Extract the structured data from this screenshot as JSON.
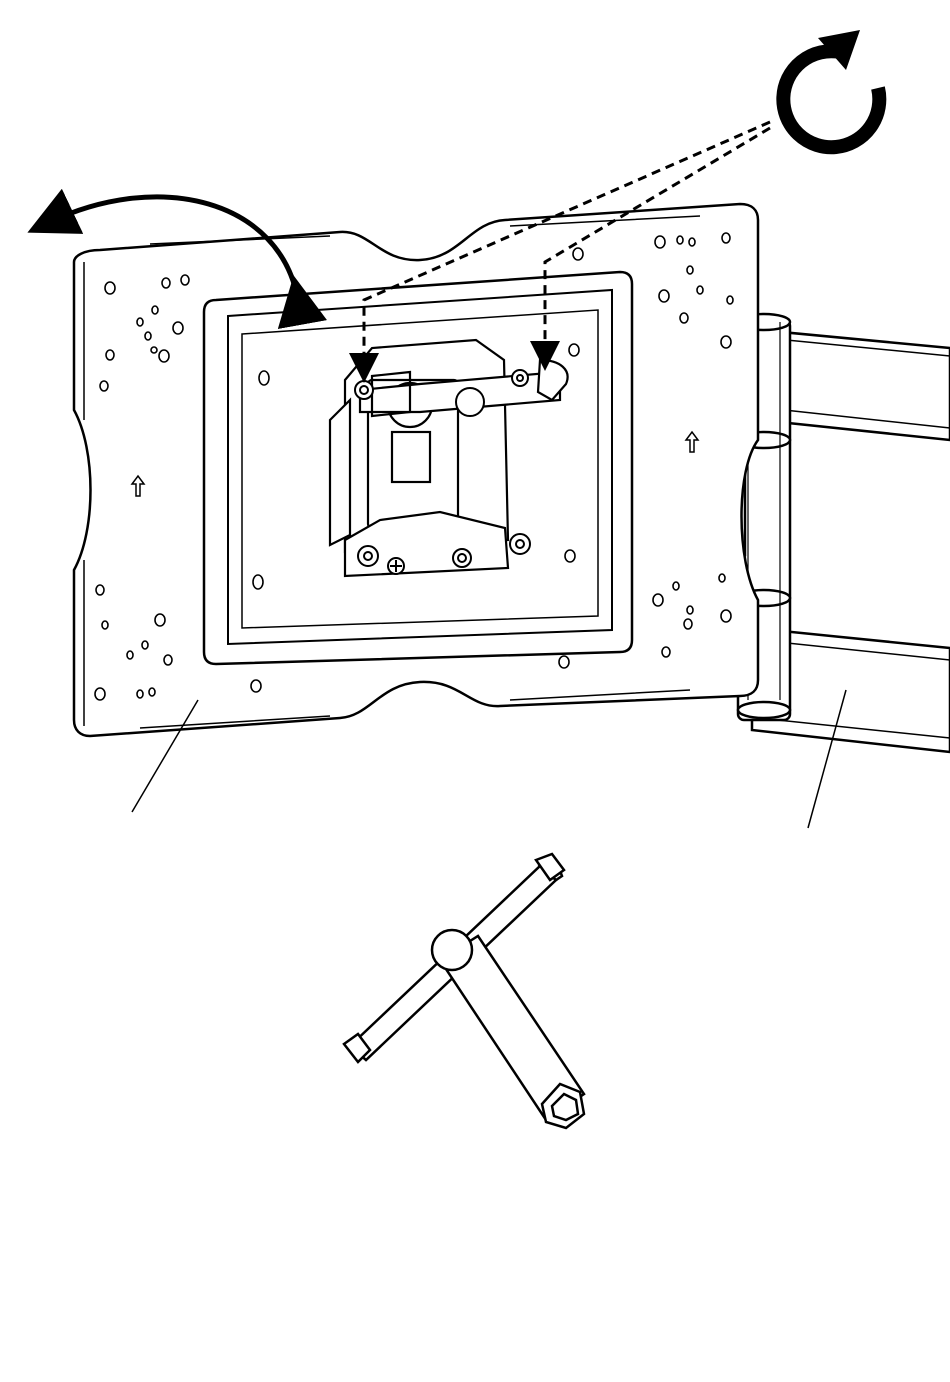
{
  "diagram": {
    "parts": [
      {
        "id": "wall-plate",
        "name": "mounting-plate"
      },
      {
        "id": "arm",
        "name": "articulating-arm"
      },
      {
        "id": "wrench",
        "name": "t-wrench"
      }
    ],
    "colors": {
      "line": "#000000",
      "fill": "#ffffff",
      "accent": "#000000"
    },
    "icons": [
      "rotate-clockwise-icon",
      "swivel-arrow-icon",
      "dashed-pointer-icon",
      "up-arrow-icon"
    ]
  }
}
